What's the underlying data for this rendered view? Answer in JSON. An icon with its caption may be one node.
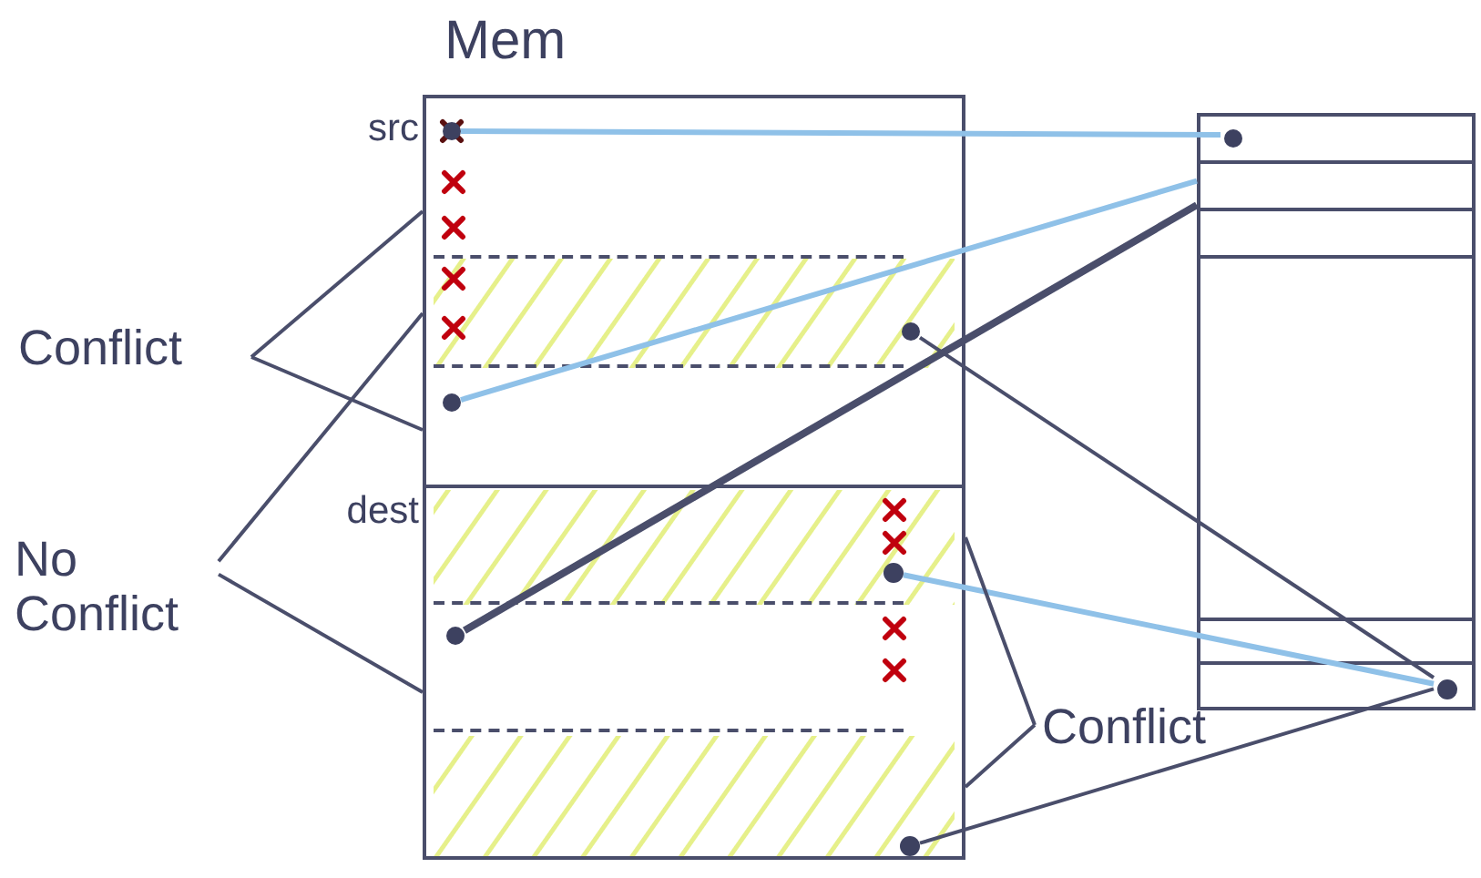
{
  "diagram": {
    "nodes": [
      {
        "text": [
          "Mem"
        ]
      },
      {
        "text": [],
        "shape": "circle",
        "in": 0
      },
      {
        "text": [],
        "shape": "circle",
        "in": 0
      },
      {
        "text": [],
        "shape": "circle",
        "in": 0
      },
      {
        "text": [],
        "shape": "circle",
        "in": 0
      },
      {
        "text": [],
        "shape": "circle",
        "in": 0
      },
      {
        "text": [],
        "shape": "circle",
        "in": 0
      },
      {
        "text": [
          "Conflict"
        ]
      },
      {
        "text": [
          "No Conflict"
        ]
      },
      {
        "text": [],
        "shape": "box"
      },
      {
        "text": [],
        "shape": "circle",
        "in": 9
      },
      {
        "text": [],
        "shape": "circle",
        "in": 9
      },
      {
        "text": [
          "Conflict"
        ]
      }
    ],
    "edges": [
      {
        "from": 1,
        "to": 10,
        "arrow": "none",
        "color": "#8fc1e8"
      },
      {
        "from": 2,
        "to": 9,
        "arrow": "none",
        "color": "#8fc1e8"
      },
      {
        "from": 5,
        "to": 9,
        "arrow": "none",
        "style": "thick"
      },
      {
        "from": 3,
        "to": 11,
        "arrow": "none"
      },
      {
        "from": 4,
        "to": 11,
        "arrow": "none",
        "color": "#8fc1e8"
      },
      {
        "from": 6,
        "to": 11,
        "arrow": "none"
      },
      {
        "from": 7,
        "to": 0,
        "arrow": "none"
      },
      {
        "from": 7,
        "to": 0,
        "arrow": "none"
      },
      {
        "from": 8,
        "to": 0,
        "arrow": "none"
      },
      {
        "from": 8,
        "to": 0,
        "arrow": "none"
      },
      {
        "from": 12,
        "to": 0,
        "arrow": "none"
      },
      {
        "from": 12,
        "to": 0,
        "arrow": "none"
      }
    ],
    "labels": [
      "src",
      "dest"
    ]
  }
}
